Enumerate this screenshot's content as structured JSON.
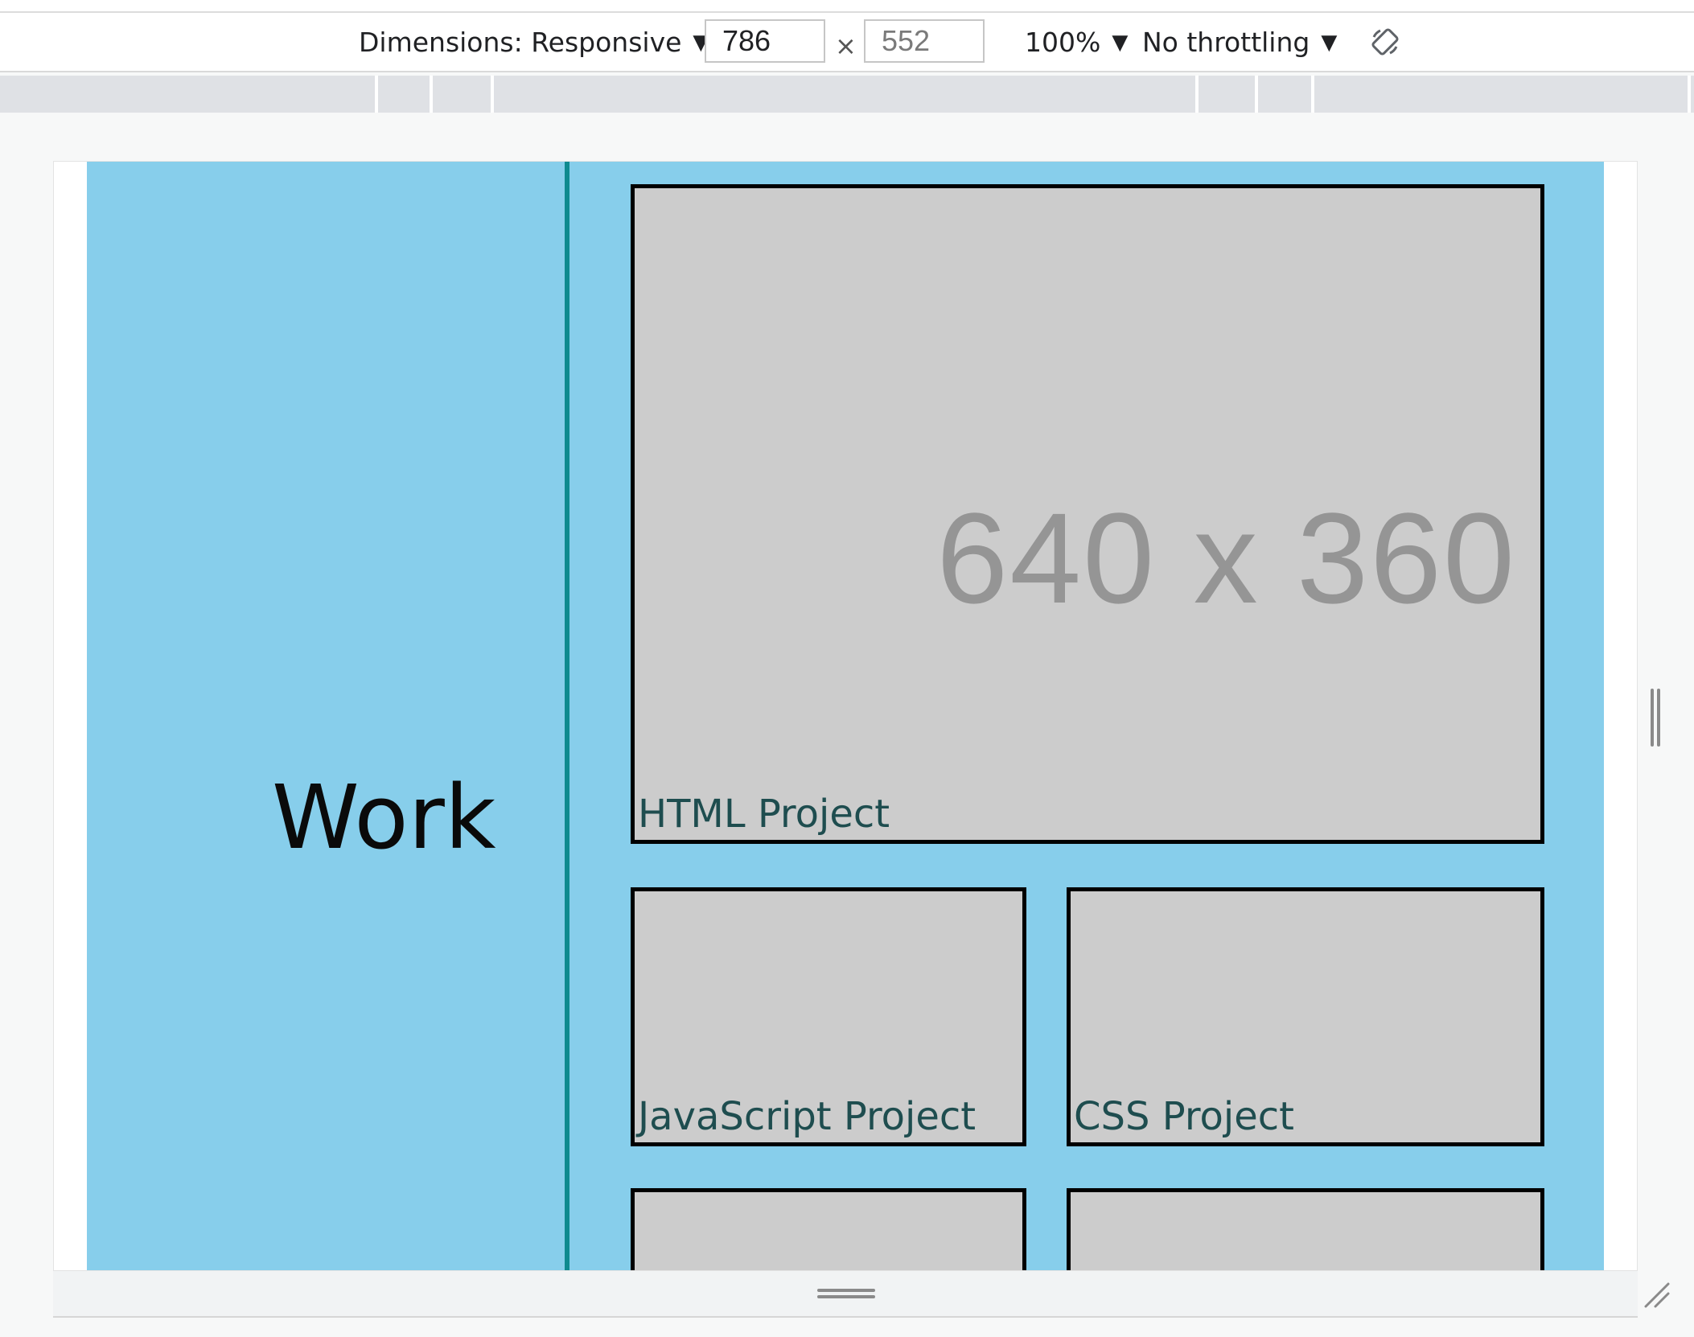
{
  "toolbar": {
    "dimensions_label": "Dimensions: Responsive",
    "width_value": "786",
    "times_symbol": "×",
    "height_value": "552",
    "zoom_label": "100%",
    "throttling_label": "No throttling",
    "caret_symbol": "▼",
    "rotate_icon": "rotate-icon"
  },
  "page": {
    "section_title": "Work",
    "hero": {
      "placeholder_text": "640 x 360",
      "label": "HTML Project"
    },
    "projects": [
      {
        "label": "JavaScript Project"
      },
      {
        "label": "CSS Project"
      },
      {
        "label": ""
      },
      {
        "label": ""
      }
    ]
  },
  "colors": {
    "page_background": "#87ceeb",
    "divider": "#0f8a8f",
    "card_background": "#cccccc",
    "card_border": "#000000",
    "card_label": "#1e4d4f"
  }
}
